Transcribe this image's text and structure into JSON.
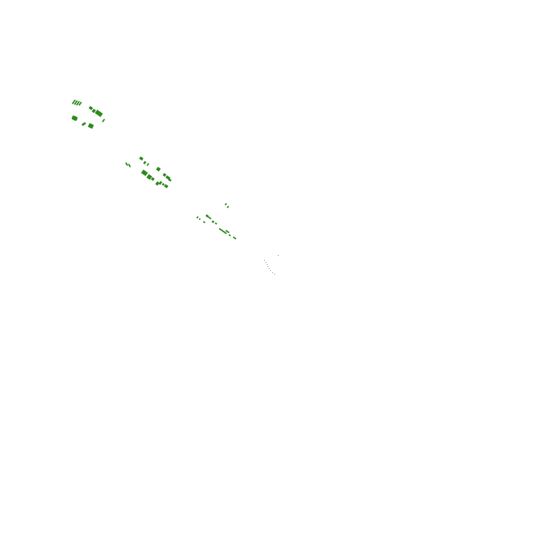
{
  "colors": {
    "background": "#ffffff",
    "foliage": "#2e8b1e",
    "faint_marks": "#7a7a7a"
  },
  "clusters": [
    {
      "name": "cluster-1",
      "intensity": "dense",
      "color_key": "foliage"
    },
    {
      "name": "cluster-2",
      "intensity": "dense",
      "color_key": "foliage"
    },
    {
      "name": "cluster-3",
      "intensity": "sparse",
      "color_key": "foliage"
    },
    {
      "name": "cluster-4",
      "intensity": "faint",
      "color_key": "faint_marks"
    }
  ]
}
